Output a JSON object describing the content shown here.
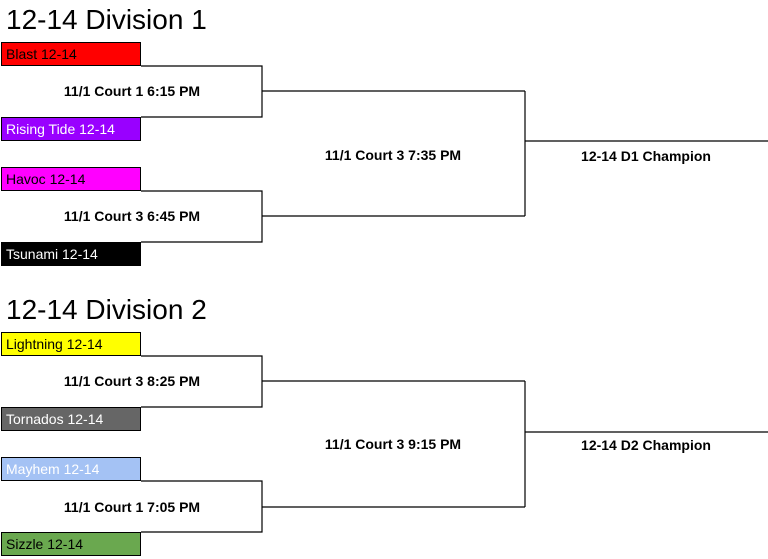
{
  "divisions": [
    {
      "title": "12-14 Division 1",
      "teams": [
        {
          "name": "Blast 12-14",
          "bg": "#ff0000",
          "fg": "#000000"
        },
        {
          "name": "Rising Tide 12-14",
          "bg": "#9900ff",
          "fg": "#ffffff"
        },
        {
          "name": "Havoc 12-14",
          "bg": "#ff00ff",
          "fg": "#000000"
        },
        {
          "name": "Tsunami 12-14",
          "bg": "#000000",
          "fg": "#ffffff"
        }
      ],
      "games": [
        "11/1 Court 1 6:15 PM",
        "11/1 Court 3 6:45 PM"
      ],
      "final": "11/1 Court 3 7:35 PM",
      "champion": "12-14 D1 Champion"
    },
    {
      "title": "12-14 Division 2",
      "teams": [
        {
          "name": "Lightning 12-14",
          "bg": "#ffff00",
          "fg": "#000000"
        },
        {
          "name": "Tornados 12-14",
          "bg": "#666666",
          "fg": "#ffffff"
        },
        {
          "name": "Mayhem 12-14",
          "bg": "#a4c2f4",
          "fg": "#ffffff"
        },
        {
          "name": "Sizzle 12-14",
          "bg": "#6aa84f",
          "fg": "#000000"
        }
      ],
      "games": [
        "11/1 Court 3 8:25 PM",
        "11/1 Court 1 7:05 PM"
      ],
      "final": "11/1 Court 3 9:15 PM",
      "champion": "12-14 D2 Champion"
    }
  ]
}
